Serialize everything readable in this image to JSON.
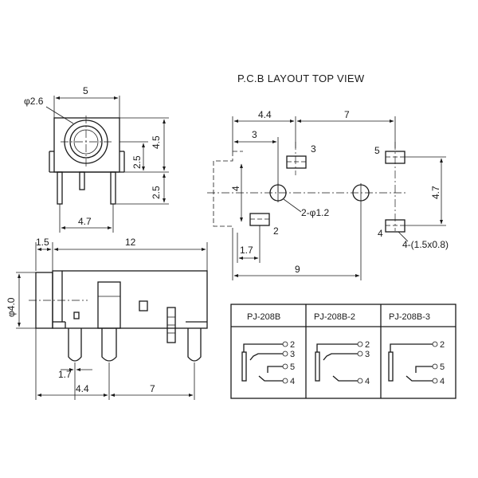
{
  "title": "P.C.B LAYOUT TOP VIEW",
  "front_view": {
    "diameter_label": "φ2.6",
    "width_label": "5",
    "height_label": "4.5",
    "center_label": "2.5",
    "pin_label": "2.5",
    "pin_span_label": "4.7"
  },
  "side_view": {
    "front_len_label": "1.5",
    "body_len_label": "12",
    "diameter_label": "φ4.0",
    "offset_label": "1.7",
    "pin1_label": "4.4",
    "pin2_label": "7"
  },
  "pcb": {
    "top_left_label": "4.4",
    "top_right_label": "7",
    "offset_label": "3",
    "vertical_label": "4",
    "right_label": "4.7",
    "pin3_label": "3",
    "pin5_label": "5",
    "pin2_label": "2",
    "pin4_label": "4",
    "holes_label": "2-φ1.2",
    "slots_label": "4-(1.5x0.8)",
    "small_offset_label": "1.7",
    "bottom_label": "9"
  },
  "table": {
    "columns": [
      {
        "model": "PJ-208B",
        "pins": [
          "2",
          "3",
          "5",
          "4"
        ]
      },
      {
        "model": "PJ-208B-2",
        "pins": [
          "2",
          "3",
          "4"
        ]
      },
      {
        "model": "PJ-208B-3",
        "pins": [
          "2",
          "5",
          "4"
        ]
      }
    ]
  }
}
